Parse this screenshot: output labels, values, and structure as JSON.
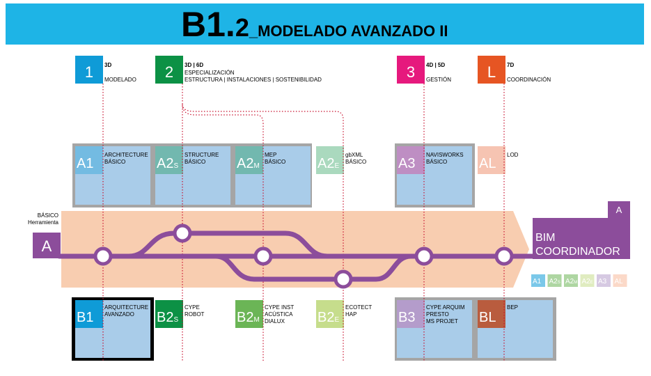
{
  "colors": {
    "banner": "#1eb4e6",
    "c1": "#0f9bd7",
    "c2": "#0c9145",
    "c3": "#e6197d",
    "cL": "#e65523",
    "lilac": "#8c4d9b",
    "band": "#f8cdb0",
    "card": "#a9cce9",
    "gray": "#a5a5a5",
    "greenMid": "#6bb556",
    "greenLight": "#c6dd8c",
    "lavender": "#b49ccb",
    "salmon": "#f8b99a",
    "brick": "#b95c3e",
    "dotted": "#c8102e"
  },
  "header": {
    "main": "B1.",
    "sub": "2",
    "title": "_MODELADO AVANZADO II"
  },
  "top_labels": [
    {
      "letter": "1",
      "tag": "3D",
      "desc": [
        "MODELADO"
      ]
    },
    {
      "letter": "2",
      "tag": "3D | 6D",
      "desc": [
        "ESPECIALIZACIÓN",
        "ESTRUCTURA | INSTALACIONES | SOSTENIBILIDAD"
      ]
    },
    {
      "letter": "3",
      "tag": "4D | 5D",
      "desc": [
        "GESTIÓN"
      ]
    },
    {
      "letter": "L",
      "tag": "7D",
      "desc": [
        "COORDINACIÓN"
      ]
    }
  ],
  "upper_cards": [
    {
      "code": "A1",
      "suffix": "",
      "label": [
        "ARCHITECTURE",
        "BÁSICO"
      ]
    },
    {
      "code": "A2",
      "suffix": "S",
      "label": [
        "STRUCTURE",
        "BÁSICO"
      ]
    },
    {
      "code": "A2",
      "suffix": "M",
      "label": [
        "MEP",
        "BÁSICO"
      ]
    },
    {
      "code": "A2",
      "suffix": "E",
      "label": [
        "gbXML",
        "BÁSICO"
      ]
    },
    {
      "code": "A3",
      "suffix": "",
      "label": [
        "NAVISWORKS",
        "BÁSICO"
      ]
    },
    {
      "code": "AL",
      "suffix": "",
      "label": [
        "LOD"
      ]
    }
  ],
  "lower_cards": [
    {
      "code": "B1",
      "suffix": "",
      "label": [
        "ARQUITECTURE",
        "AVANZADO"
      ]
    },
    {
      "code": "B2",
      "suffix": "S",
      "label": [
        "CYPE",
        "ROBOT"
      ]
    },
    {
      "code": "B2",
      "suffix": "M",
      "label": [
        "CYPE INST",
        "ACÚSTICA",
        "DIALUX"
      ]
    },
    {
      "code": "B2",
      "suffix": "E",
      "label": [
        "ECOTECT",
        "HAP"
      ]
    },
    {
      "code": "B3",
      "suffix": "",
      "label": [
        "CYPE ARQUIM",
        "PRESTO",
        "MS PROJET"
      ]
    },
    {
      "code": "BL",
      "suffix": "",
      "label": [
        "BEP"
      ]
    }
  ],
  "side": {
    "label": [
      "BÁSICO",
      "Herramienta"
    ],
    "letter": "A"
  },
  "goal": {
    "letter": "A",
    "title": [
      "BIM",
      "COORDINADOR"
    ]
  },
  "legend": [
    {
      "code": "A1",
      "suffix": ""
    },
    {
      "code": "A2",
      "suffix": "S"
    },
    {
      "code": "A2",
      "suffix": "M"
    },
    {
      "code": "A2",
      "suffix": "E"
    },
    {
      "code": "A3",
      "suffix": ""
    },
    {
      "code": "AL",
      "suffix": ""
    }
  ]
}
